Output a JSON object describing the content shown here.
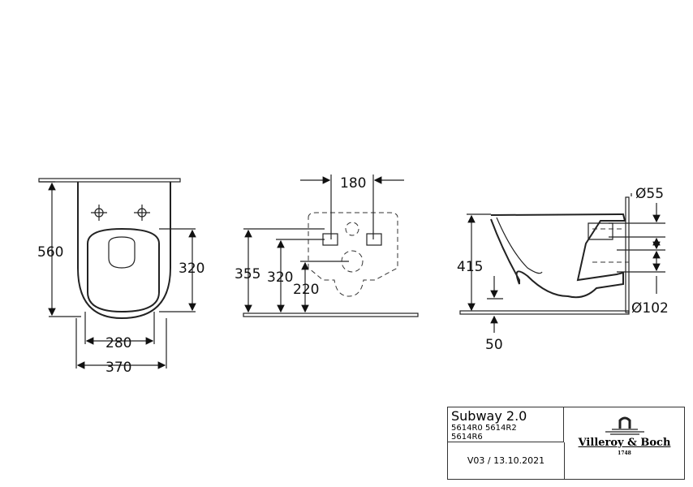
{
  "front_view": {
    "dims": {
      "height": "560",
      "seat_height": "320",
      "inner_width": "280",
      "outer_width": "370"
    }
  },
  "rear_view": {
    "dims": {
      "bolt_spacing": "180",
      "h355": "355",
      "h320": "320",
      "h220": "220"
    }
  },
  "side_view": {
    "dims": {
      "height": "415",
      "offset": "50",
      "inlet_dia": "Ø55",
      "outlet_dia": "Ø102"
    }
  },
  "title_block": {
    "product": "Subway 2.0",
    "codes_line1": "5614R0 5614R2",
    "codes_line2": "5614R6",
    "version": "V03 / 13.10.2021",
    "brand": "Villeroy & Boch",
    "brand_year": "1748"
  }
}
